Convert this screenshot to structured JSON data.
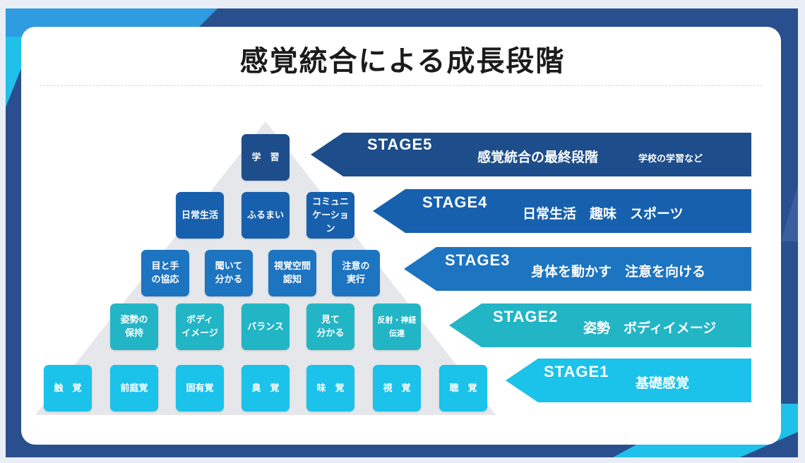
{
  "title": "感覚統合による成長段階",
  "colors": {
    "stage1": "#1bc2ea",
    "stage2": "#22b5c6",
    "stage3": "#1d74c0",
    "stage4": "#1760ad",
    "stage5": "#1d4d8a",
    "pyramid_bg": "#e5e7ea"
  },
  "pyramid": {
    "stage5": [
      "学　習"
    ],
    "stage4": [
      "日常生活",
      "ふるまい",
      "コミュニ\nケーション"
    ],
    "stage3": [
      "目と手\nの協応",
      "聞いて\n分かる",
      "視覚空間\n認知",
      "注意の\n実行"
    ],
    "stage2": [
      "姿勢の\n保持",
      "ボディ\nイメージ",
      "バランス",
      "見て\n分かる",
      "反射・神経\n伝達"
    ],
    "stage1": [
      "触　覚",
      "前庭覚",
      "固有覚",
      "臭　覚",
      "味　覚",
      "視　覚",
      "聴　覚"
    ]
  },
  "banners": {
    "stage5": {
      "label": "STAGE5",
      "text": "感覚統合の最終段階",
      "sub": "学校の学習など"
    },
    "stage4": {
      "label": "STAGE4",
      "text": "日常生活　趣味　スポーツ"
    },
    "stage3": {
      "label": "STAGE3",
      "text": "身体を動かす　注意を向ける"
    },
    "stage2": {
      "label": "STAGE2",
      "text": "姿勢　ボディイメージ"
    },
    "stage1": {
      "label": "STAGE1",
      "text": "基礎感覚"
    }
  }
}
